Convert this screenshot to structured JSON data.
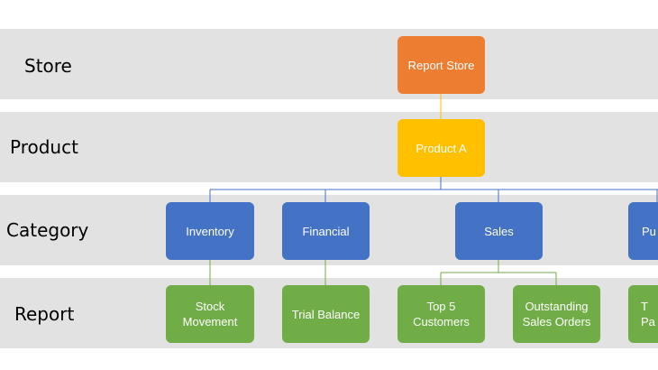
{
  "colors": {
    "band": "#e2e2e2",
    "store": "#ed7d31",
    "product": "#ffc000",
    "category": "#4472c4",
    "report": "#70ad47"
  },
  "levels": {
    "store": "Store",
    "product": "Product",
    "category": "Category",
    "report": "Report"
  },
  "nodes": {
    "report_store": "Report Store",
    "product_a": "Product A",
    "inventory": "Inventory",
    "financial": "Financial",
    "sales": "Sales",
    "purchase_partial": "Pu",
    "stock_movement": "Stock\nMovement",
    "trial_balance": "Trial Balance",
    "top5_customers": "Top 5\nCustomers",
    "outstanding_sales_orders": "Outstanding\nSales Orders",
    "purchase_report_partial": "T\nPa"
  }
}
